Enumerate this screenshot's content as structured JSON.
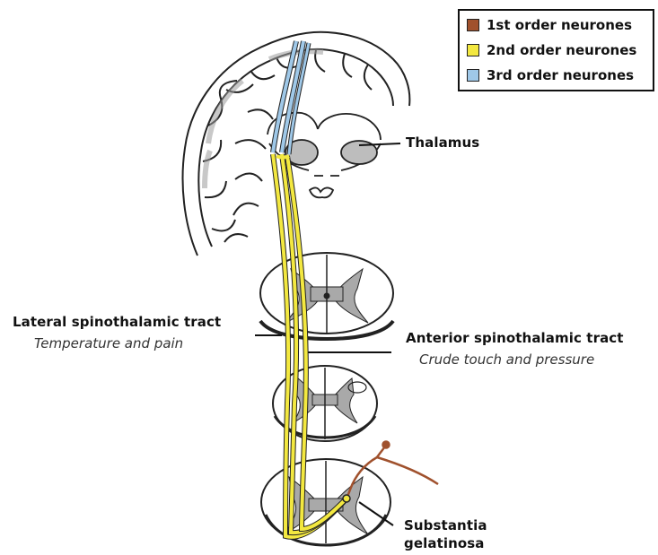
{
  "legend": {
    "items": [
      {
        "label": "1st order neurones",
        "color": "#a0512d"
      },
      {
        "label": "2nd order neurones",
        "color": "#f3e840"
      },
      {
        "label": "3rd order neurones",
        "color": "#9fc8e8"
      }
    ]
  },
  "labels": {
    "thalamus": "Thalamus",
    "lateral_tract": "Lateral spinothalamic tract",
    "lateral_function": "Temperature and pain",
    "anterior_tract": "Anterior spinothalamic tract",
    "anterior_function": "Crude touch and pressure",
    "substantia_line1": "Substantia",
    "substantia_line2": "gelatinosa"
  },
  "colors": {
    "outline": "#222222",
    "grey_matter": "#a9a9a9",
    "first_order": "#a0512d",
    "second_order": "#f3e840",
    "third_order": "#9fc8e8"
  }
}
